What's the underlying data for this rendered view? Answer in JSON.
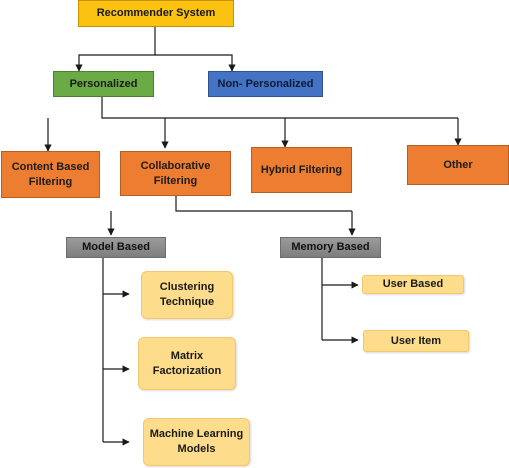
{
  "nodes": {
    "root": "Recommender System",
    "personalized": "Personalized",
    "non_personalized": "Non- Personalized",
    "content_based": "Content Based\nFiltering",
    "collaborative": "Collaborative\nFiltering",
    "hybrid": "Hybrid Filtering",
    "other": "Other",
    "model_based": "Model Based",
    "memory_based": "Memory Based",
    "clustering": "Clustering\nTechnique",
    "matrix": "Matrix\nFactorization",
    "ml_models": "Machine Learning\nModels",
    "user_based": "User Based",
    "user_item": "User Item"
  },
  "colors": {
    "root": "#fcc211",
    "personalized": "#6aab45",
    "non_personalized": "#4473c5",
    "category": "#ed7d31",
    "subcategory": "#8c8c8c",
    "leaf": "#fddc8b",
    "connector": "#1a1a1a"
  },
  "edges": [
    [
      "root",
      "personalized"
    ],
    [
      "root",
      "non_personalized"
    ],
    [
      "personalized",
      "content_based"
    ],
    [
      "personalized",
      "collaborative"
    ],
    [
      "personalized",
      "hybrid"
    ],
    [
      "personalized",
      "other"
    ],
    [
      "collaborative",
      "model_based"
    ],
    [
      "collaborative",
      "memory_based"
    ],
    [
      "model_based",
      "clustering"
    ],
    [
      "model_based",
      "matrix"
    ],
    [
      "model_based",
      "ml_models"
    ],
    [
      "memory_based",
      "user_based"
    ],
    [
      "memory_based",
      "user_item"
    ]
  ]
}
